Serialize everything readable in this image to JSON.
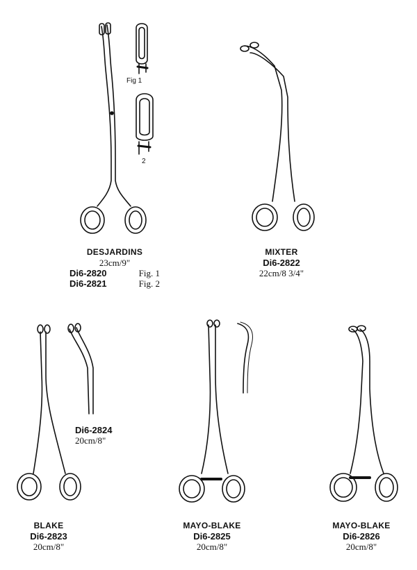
{
  "items": {
    "desjardins": {
      "name": "DESJARDINS",
      "size": "23cm/9\"",
      "variants": [
        {
          "code": "Di6-2820",
          "fig": "Fig. 1"
        },
        {
          "code": "Di6-2821",
          "fig": "Fig. 2"
        }
      ],
      "fig1_label": "Fig 1",
      "fig2_label": "2"
    },
    "mixter": {
      "name": "MIXTER",
      "code": "Di6-2822",
      "size": "22cm/8 3/4\""
    },
    "blake_2824": {
      "code": "Di6-2824",
      "size": "20cm/8\""
    },
    "blake": {
      "name": "BLAKE",
      "code": "Di6-2823",
      "size": "20cm/8\""
    },
    "mayo_blake_2825": {
      "name": "MAYO-BLAKE",
      "code": "Di6-2825",
      "size": "20cm/8\""
    },
    "mayo_blake_2826": {
      "name": "MAYO-BLAKE",
      "code": "Di6-2826",
      "size": "20cm/8\""
    }
  },
  "colors": {
    "ink": "#111111",
    "paper": "#ffffff"
  }
}
